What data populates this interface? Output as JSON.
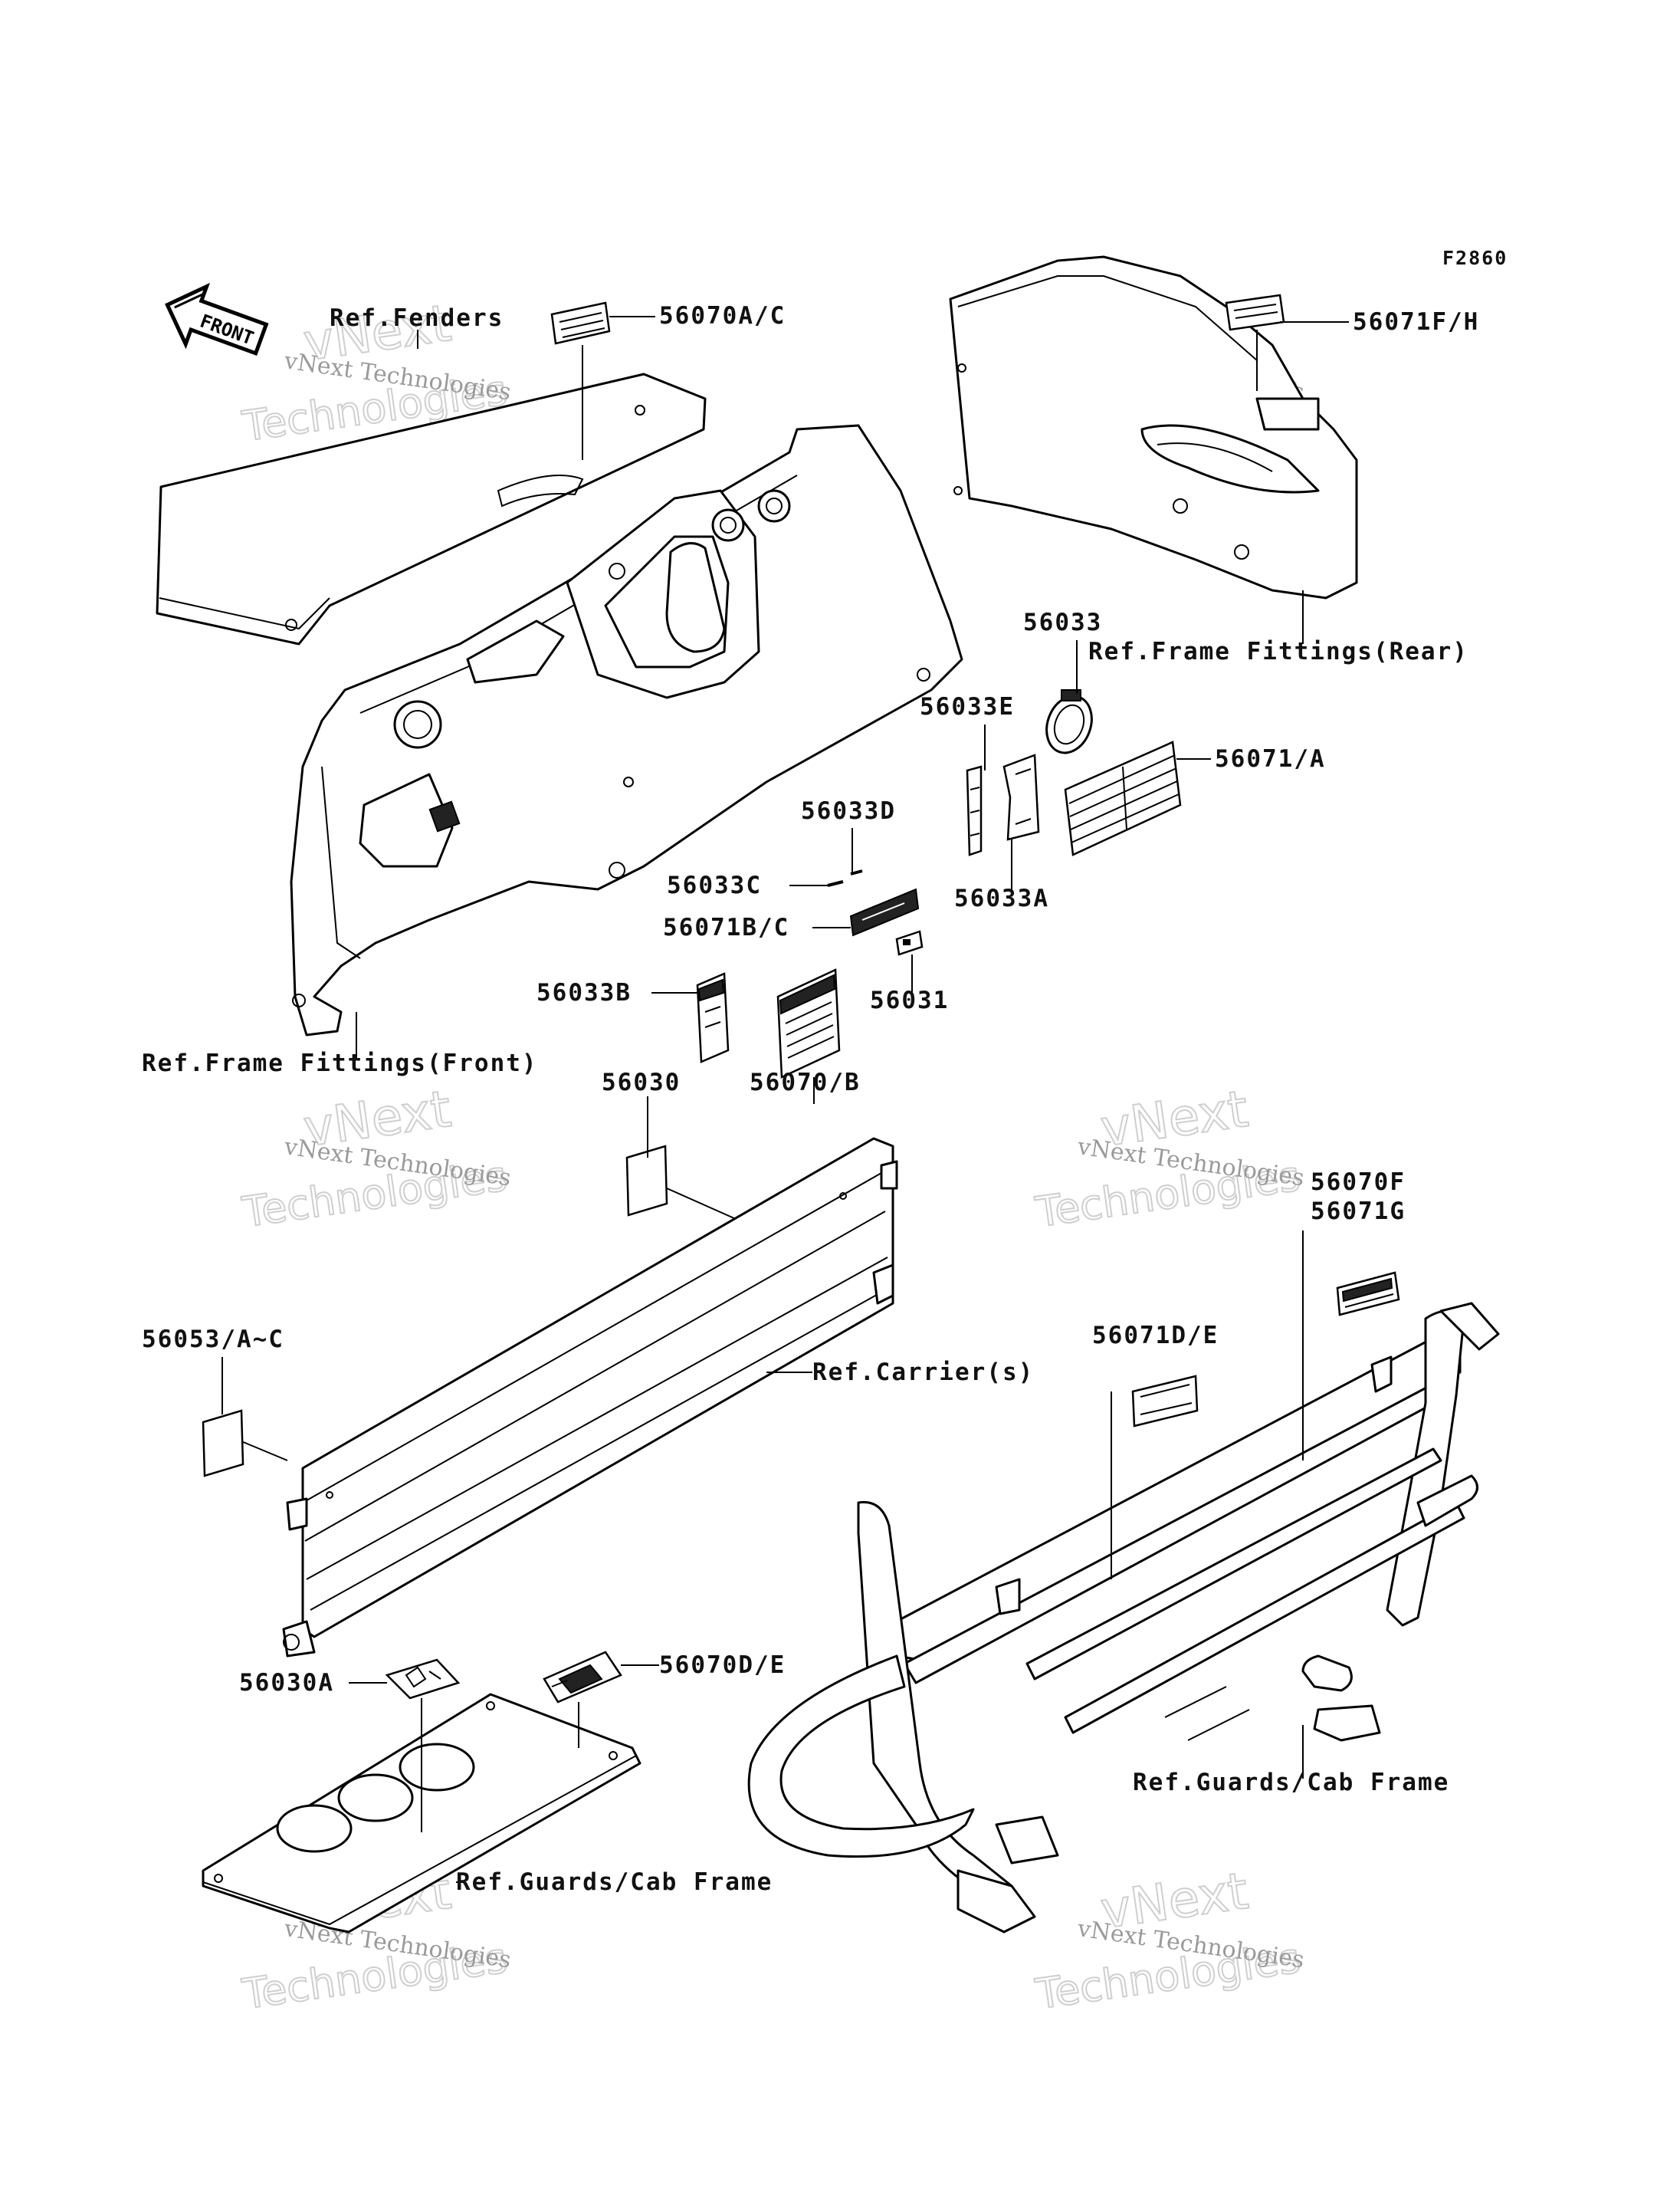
{
  "figure_code": "F2860",
  "front_arrow_label": "FRONT",
  "watermark": {
    "line1": "vNext Technologies",
    "line2": "vNext",
    "line3": "Technologies"
  },
  "references": {
    "fenders": "Ref.Fenders",
    "frame_front": "Ref.Frame Fittings(Front)",
    "frame_rear": "Ref.Frame Fittings(Rear)",
    "carrier": "Ref.Carrier(s)",
    "guards_right": "Ref.Guards/Cab Frame",
    "guards_left": "Ref.Guards/Cab Frame"
  },
  "parts": {
    "p56070AC": "56070A/C",
    "p56071FH": "56071F/H",
    "p56033": "56033",
    "p56033E": "56033E",
    "p56071A": "56071/A",
    "p56033D": "56033D",
    "p56033C": "56033C",
    "p56033A": "56033A",
    "p56071BC": "56071B/C",
    "p56033B": "56033B",
    "p56031": "56031",
    "p56070B": "56070/B",
    "p56030": "56030",
    "p56070F": "56070F",
    "p56071G": "56071G",
    "p56053AC": "56053/A~C",
    "p56071DE": "56071D/E",
    "p56030A": "56030A",
    "p56070DE": "56070D/E"
  }
}
